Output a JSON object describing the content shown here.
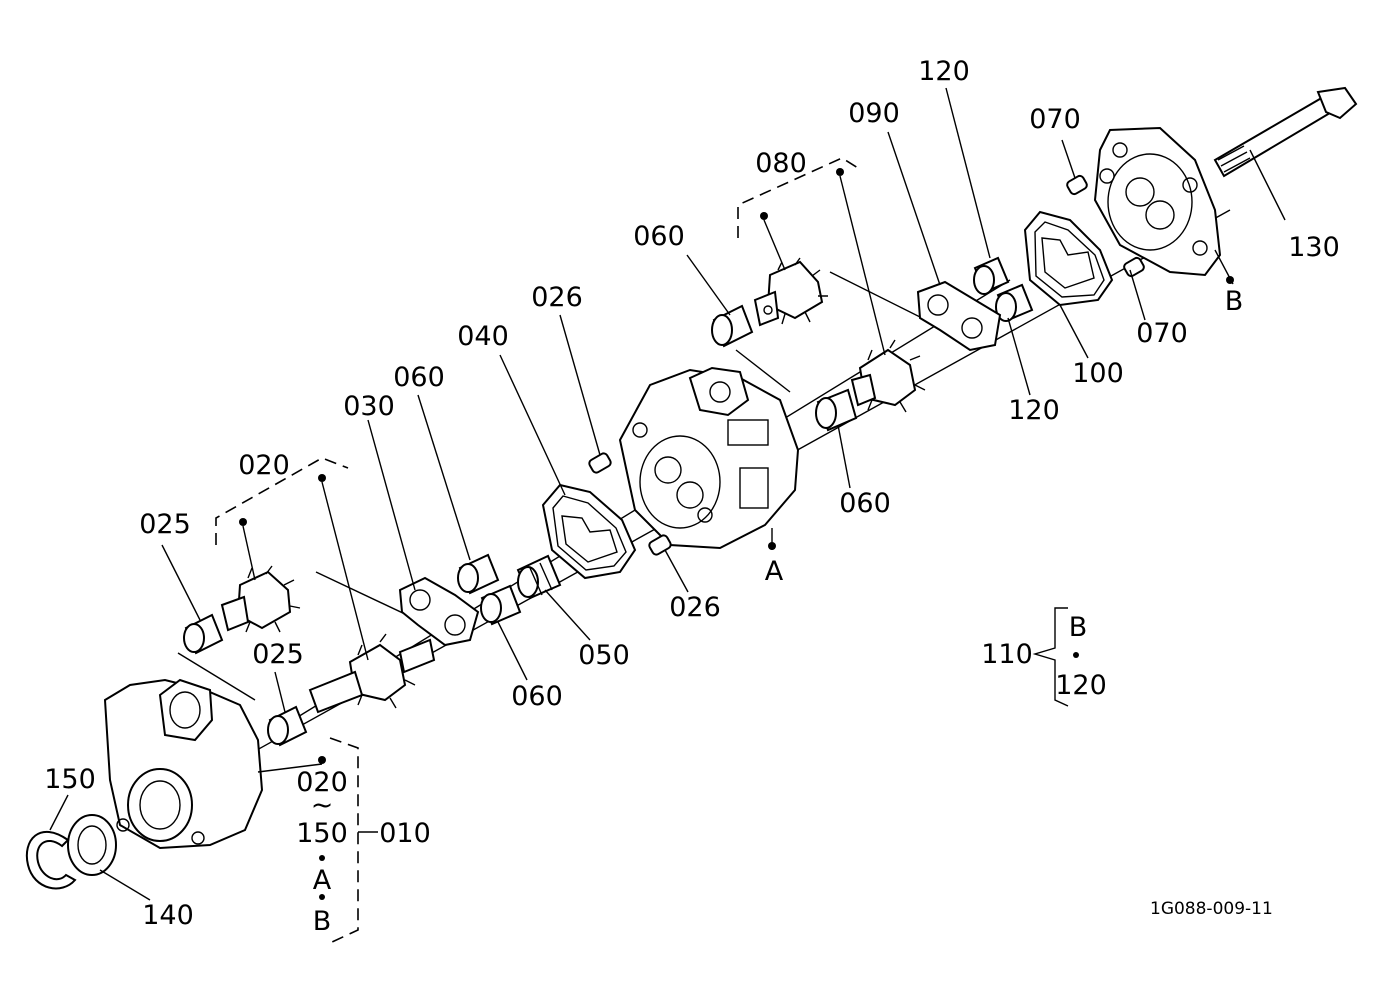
{
  "labels": {
    "l120_top": "120",
    "l070_top": "070",
    "l090": "090",
    "l080": "080",
    "l060_a": "060",
    "l130": "130",
    "l026_a": "026",
    "lB_a": "B",
    "l040": "040",
    "l060_b": "060",
    "l070_b": "070",
    "l030": "030",
    "l100": "100",
    "l120_b": "120",
    "l020": "020",
    "l060_c": "060",
    "l025_a": "025",
    "lA": "A",
    "l026_b": "026",
    "l050": "050",
    "l110": "110",
    "lB_b": "B",
    "l120_c": "120",
    "l025_b": "025",
    "l060_d": "060",
    "l150": "150",
    "l020_b": "020",
    "ltilde": "~",
    "l150_b": "150",
    "l010": "010",
    "lA_b": "A",
    "l140": "140",
    "lB_c": "B"
  },
  "drawing_code": "1G088-009-11"
}
